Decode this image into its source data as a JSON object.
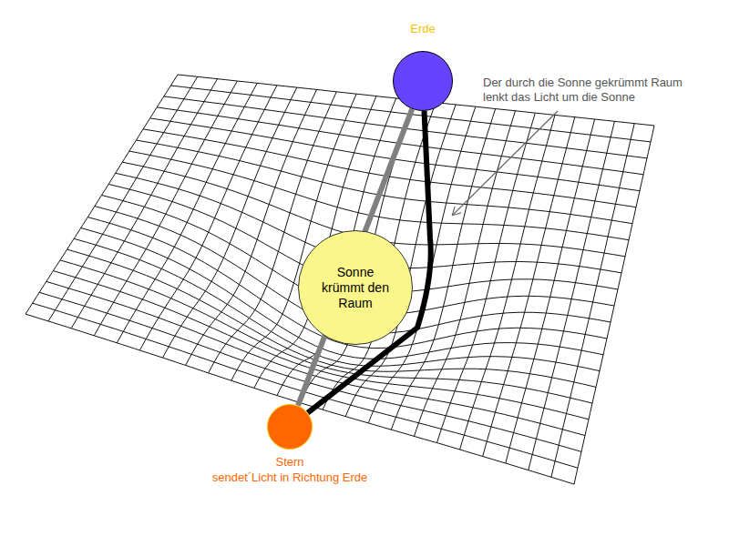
{
  "diagram": {
    "nodes": [
      {
        "text": [
          "Erde"
        ]
      },
      {
        "text": [
          "Sonne krümmt den Raum"
        ]
      },
      {
        "text": [
          "Stern",
          "sendet´Licht in Richtung Erde"
        ]
      }
    ],
    "edges": [
      {
        "from": 2,
        "to": 0,
        "arrow": "none"
      },
      {
        "from": 2,
        "to": 0,
        "arrow": "none"
      }
    ],
    "labels": [
      "Der durch die Sonne gekrümmt Raum lenkt das Licht um die Sonne"
    ]
  }
}
